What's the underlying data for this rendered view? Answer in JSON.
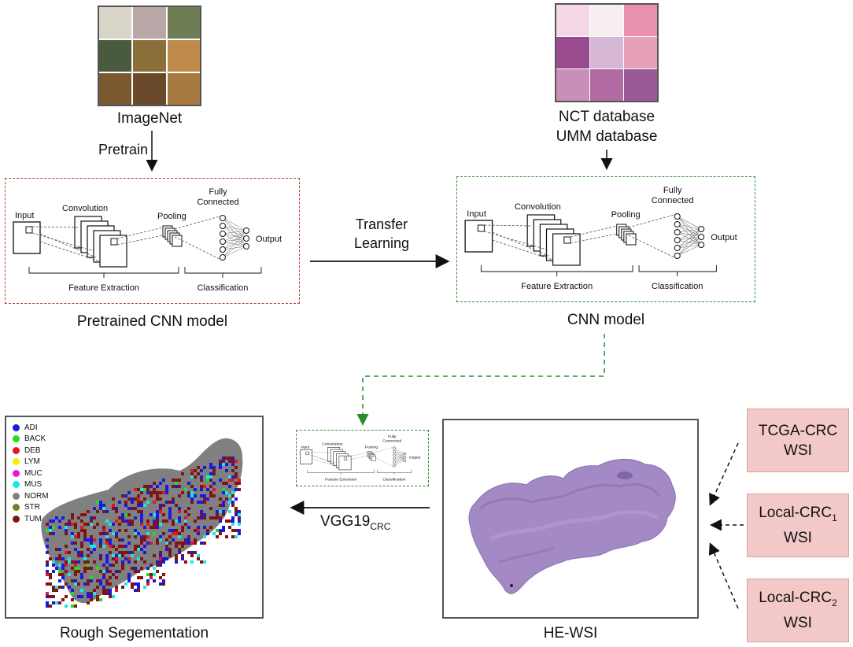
{
  "imagenet": {
    "label": "ImageNet",
    "tile_colors": [
      "#d9d4c8",
      "#b9a7a8",
      "#6f7d54",
      "#4a5a3e",
      "#8a6f3a",
      "#c08a4a",
      "#7a5830",
      "#6a4a2a",
      "#a67a40"
    ]
  },
  "pretrain_label": "Pretrain",
  "histology": {
    "label_line1": "NCT database",
    "label_line2": "UMM database",
    "tile_colors": [
      "#f4d8e8",
      "#f7eef2",
      "#e890b0",
      "#9a4a8e",
      "#d6b8d6",
      "#e6a0b8",
      "#c890b8",
      "#b26aa2",
      "#9a5a9a"
    ]
  },
  "transfer_label_line1": "Transfer",
  "transfer_label_line2": "Learning",
  "cnn_diagram": {
    "input": "Input",
    "convolution": "Convolution",
    "pooling": "Pooling",
    "fully_line1": "Fully",
    "fully_line2": "Connected",
    "output": "Output",
    "feature_extraction": "Feature Extraction",
    "classification": "Classification"
  },
  "pretrained_caption": "Pretrained CNN model",
  "cnn_caption": "CNN model",
  "vgg_label": "VGG19",
  "vgg_sub": "CRC",
  "segmentation_caption": "Rough Segementation",
  "hewsi_caption": "HE-WSI",
  "legend": [
    {
      "label": "ADI",
      "color": "#1a1adb"
    },
    {
      "label": "BACK",
      "color": "#22dd22"
    },
    {
      "label": "DEB",
      "color": "#e01a1a"
    },
    {
      "label": "LYM",
      "color": "#f0f000"
    },
    {
      "label": "MUC",
      "color": "#e01ae0"
    },
    {
      "label": "MUS",
      "color": "#1ae8e8"
    },
    {
      "label": "NORM",
      "color": "#808080"
    },
    {
      "label": "STR",
      "color": "#808014"
    },
    {
      "label": "TUM",
      "color": "#801414"
    }
  ],
  "sources": [
    {
      "line1": "TCGA-CRC",
      "sub": "",
      "line2": "WSI"
    },
    {
      "line1": "Local-CRC",
      "sub": "1",
      "line2": "WSI"
    },
    {
      "line1": "Local-CRC",
      "sub": "2",
      "line2": "WSI"
    }
  ],
  "colors": {
    "red_dash": "#c0392b",
    "green_dash": "#2e8b2e",
    "pink_box": "#f3c8c8",
    "tissue": "#a48ac4"
  }
}
